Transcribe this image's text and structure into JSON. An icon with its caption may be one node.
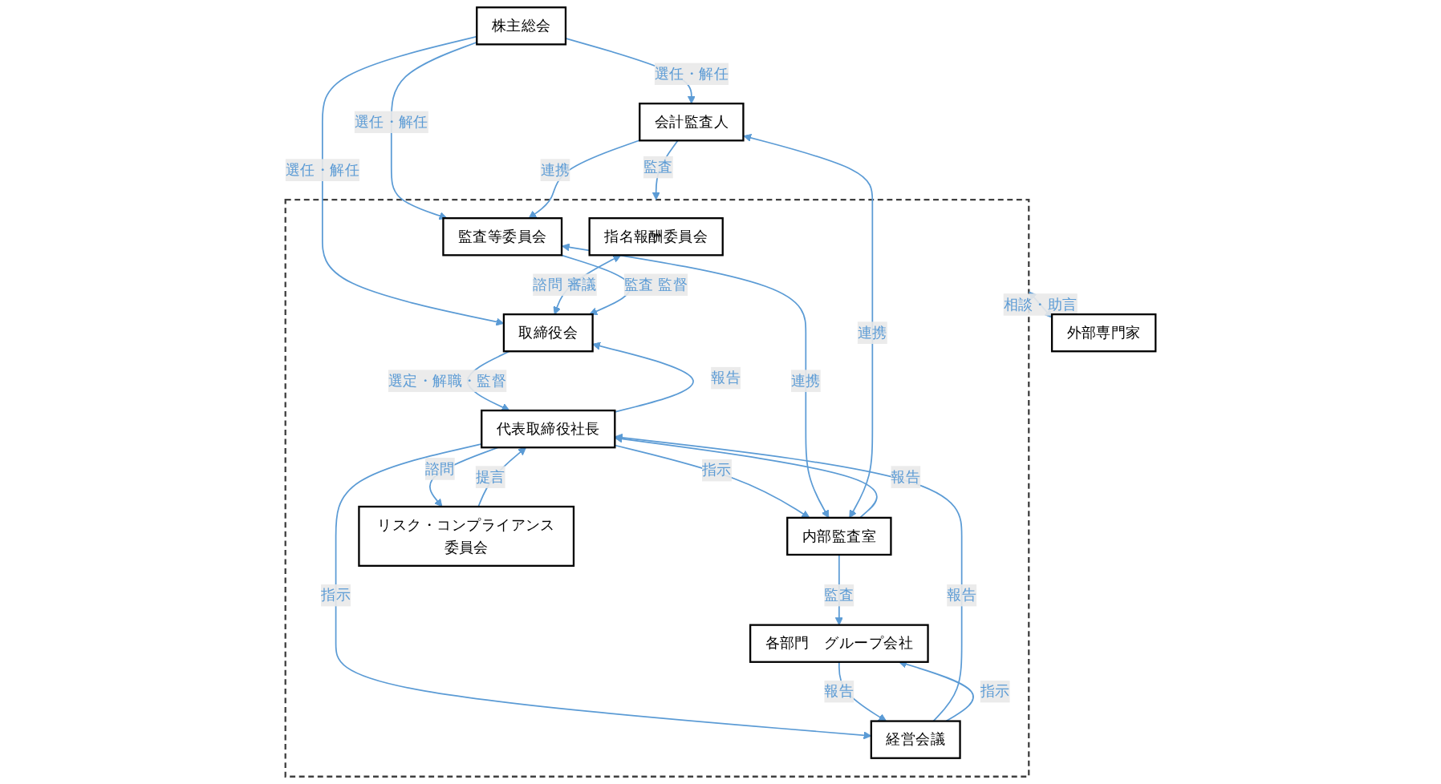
{
  "diagram": {
    "nodes": [
      {
        "text": [
          "株主総会"
        ]
      },
      {
        "text": [],
        "shape": "box"
      },
      {
        "text": [
          "指名報酬委員会"
        ],
        "in": 1
      },
      {
        "text": [
          "取締役会"
        ],
        "in": 1
      },
      {
        "text": [
          "監査等委員会"
        ],
        "in": 1
      },
      {
        "text": [
          "代表取締役社長"
        ],
        "in": 1
      },
      {
        "text": [
          "内部監査室"
        ],
        "in": 1
      },
      {
        "text": [
          "経営会議"
        ],
        "in": 1
      },
      {
        "text": [
          "リスク・コンプライアンス委員会"
        ],
        "in": 1
      },
      {
        "text": [
          "各部門　グループ会社"
        ],
        "in": 1
      },
      {
        "text": [
          "会計監査人"
        ]
      },
      {
        "text": [
          "外部専門家"
        ]
      }
    ],
    "edges": [
      {
        "from": 0,
        "to": 3,
        "arrow": "to",
        "label": "選任・解任"
      },
      {
        "from": 0,
        "to": 4,
        "arrow": "to",
        "label": "選任・解任"
      },
      {
        "from": 0,
        "to": 10,
        "arrow": "to",
        "label": "選任・解任"
      },
      {
        "from": 2,
        "to": 3,
        "arrow": "both",
        "label": "諮問 審議"
      },
      {
        "from": 4,
        "to": 3,
        "arrow": "to",
        "label": "監査 監督"
      },
      {
        "from": 10,
        "to": 4,
        "arrow": "to",
        "label": "連携"
      },
      {
        "from": 3,
        "to": 5,
        "arrow": "to",
        "label": "選定・解職・監督"
      },
      {
        "from": 5,
        "to": 3,
        "arrow": "to",
        "label": "報告"
      },
      {
        "from": 5,
        "to": 6,
        "arrow": "to",
        "label": "指示"
      },
      {
        "from": 6,
        "to": 5,
        "arrow": "to",
        "label": "報告"
      },
      {
        "from": 4,
        "to": 6,
        "arrow": "both",
        "label": "連携"
      },
      {
        "from": 10,
        "to": 6,
        "arrow": "both",
        "label": "連携"
      },
      {
        "from": 5,
        "to": 7,
        "arrow": "to",
        "label": "指示"
      },
      {
        "from": 7,
        "to": 5,
        "arrow": "to",
        "label": "報告"
      },
      {
        "from": 5,
        "to": 8,
        "arrow": "to",
        "label": "諮問"
      },
      {
        "from": 8,
        "to": 5,
        "arrow": "to",
        "label": "提言"
      },
      {
        "from": 7,
        "to": 9,
        "arrow": "to",
        "label": "指示"
      },
      {
        "from": 9,
        "to": 7,
        "arrow": "to",
        "label": "報告"
      },
      {
        "from": 6,
        "to": 9,
        "arrow": "to",
        "label": "監査"
      },
      {
        "from": 10,
        "to": 1,
        "arrow": "to",
        "label": "監査"
      },
      {
        "from": 1,
        "to": 11,
        "arrow": "both",
        "label": "相談・助言"
      }
    ]
  }
}
